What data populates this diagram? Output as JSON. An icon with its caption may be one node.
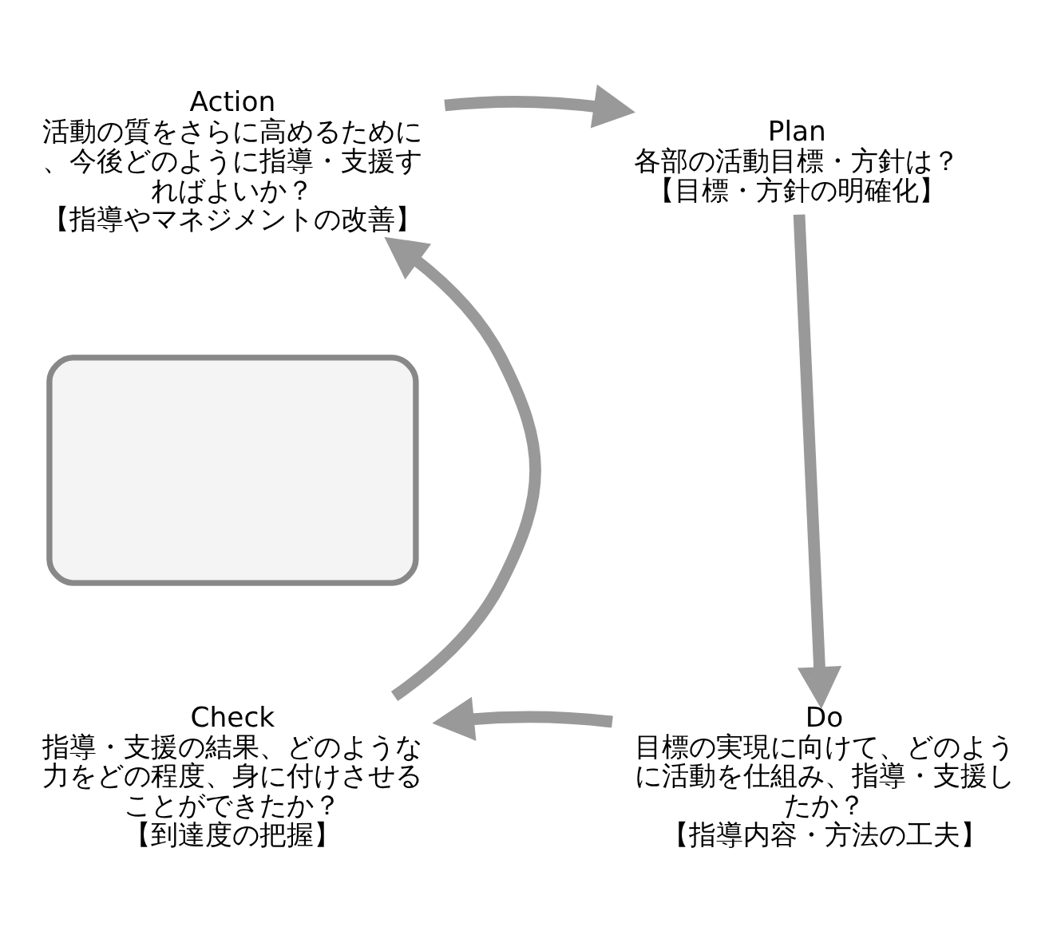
{
  "diagram": {
    "nodes": [
      {
        "text": [
          "Action",
          "活動の質をさらに高めるために、今後どのように指導・支援すればよいか？",
          "【指導やマネジメントの改善】"
        ]
      },
      {
        "text": [
          "Plan",
          "各部の活動目標・方針は？",
          "【目標・方針の明確化】"
        ]
      },
      {
        "text": [],
        "shape": "box"
      },
      {
        "text": [
          "Check",
          "指導・支援の結果、どのような力をどの程度、身に付けさせることができたか？",
          "【到達度の把握】"
        ]
      },
      {
        "text": [
          "Do",
          "目標の実現に向けて、どのように活動を仕組み、指導・支援したか？",
          "【指導内容・方法の工夫】"
        ]
      }
    ],
    "edges": [
      {
        "from": 0,
        "to": 1,
        "arrow": "to"
      },
      {
        "from": 1,
        "to": 4,
        "arrow": "to"
      },
      {
        "from": 4,
        "to": 3,
        "arrow": "to"
      },
      {
        "from": 3,
        "to": 0,
        "arrow": "to"
      }
    ]
  }
}
